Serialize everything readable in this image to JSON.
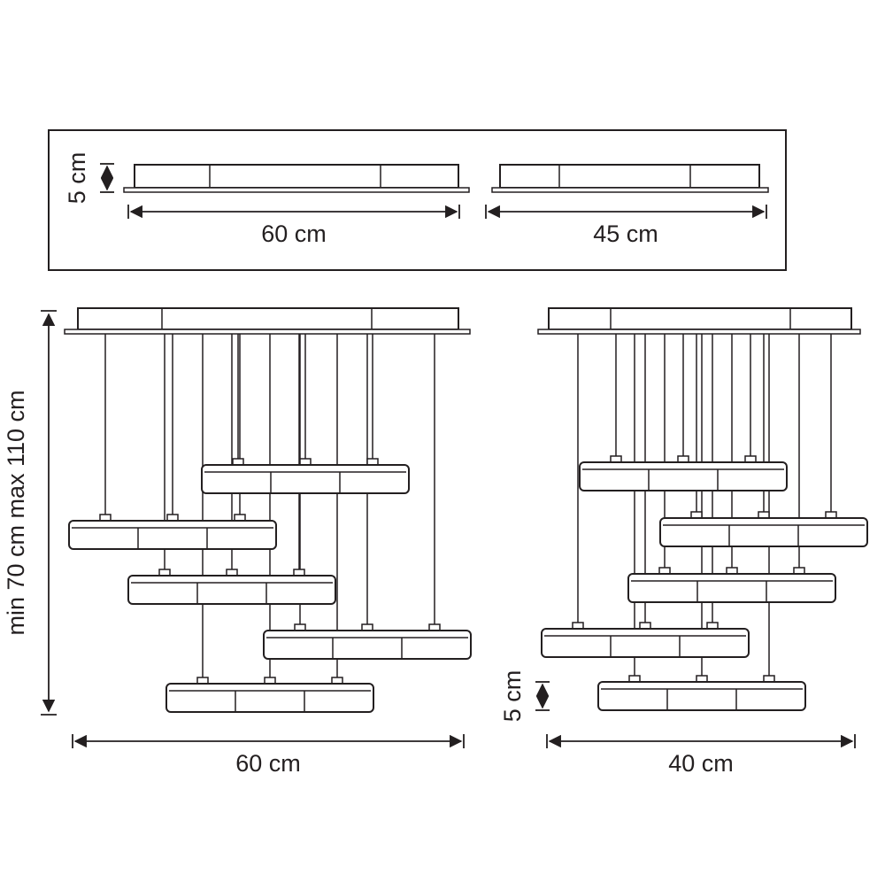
{
  "diagram": {
    "colors": {
      "line": "#231f20",
      "background": "#ffffff"
    },
    "top_panel": {
      "plate_height_label": "5 cm",
      "left_plate_width_label": "60 cm",
      "right_plate_width_label": "45 cm"
    },
    "left_fixture": {
      "suspension_height_label": "min 70 cm max 110 cm",
      "width_label": "60 cm"
    },
    "right_fixture": {
      "bar_height_label": "5 cm",
      "width_label": "40 cm"
    }
  }
}
